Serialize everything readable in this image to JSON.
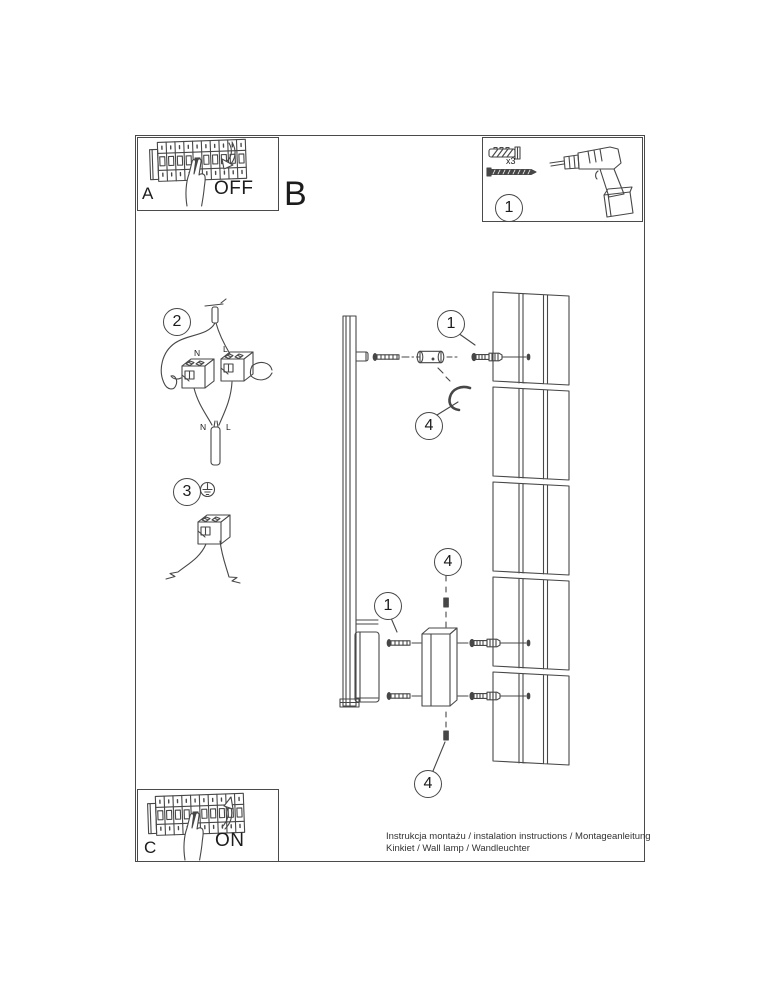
{
  "colors": {
    "line": "#474747",
    "text": "#1c1c1c",
    "background": "#ffffff"
  },
  "panel_a": {
    "label": "A",
    "state": "OFF"
  },
  "section_b": {
    "label": "B"
  },
  "panel_c": {
    "label": "C",
    "state": "ON"
  },
  "parts_box": {
    "quantity": "x3",
    "items": [
      "wall-plug",
      "mounting-screw",
      "drill"
    ]
  },
  "steps": {
    "one": "1",
    "two": "2",
    "three": "3",
    "four": "4"
  },
  "wiring_labels": {
    "neutral": "N",
    "live": "L"
  },
  "footer": {
    "line1": "Instrukcja montażu / instalation instructions / Montageanleitung",
    "line2": "Kinkiet / Wall lamp / Wandleuchter"
  },
  "icons": [
    "breaker-panel-icon",
    "hand-icon",
    "arrow-off-icon",
    "arrow-on-icon",
    "wall-plug-icon",
    "screw-icon",
    "drill-icon",
    "terminal-block-icon",
    "earth-icon",
    "hex-key-icon",
    "lamp-bar-icon",
    "mounting-bracket-icon",
    "wall-panels-icon"
  ]
}
